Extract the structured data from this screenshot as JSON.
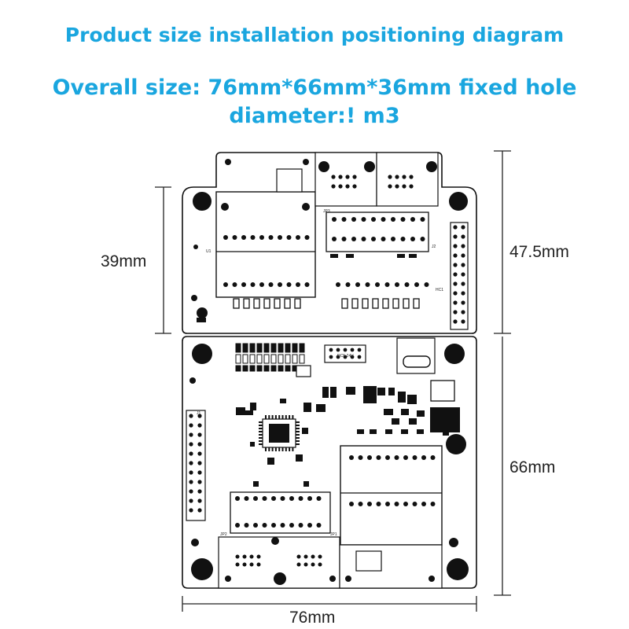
{
  "title": "Product size installation positioning diagram",
  "subtitle_line1": "Overall size: 76mm*66mm*36mm fixed hole",
  "subtitle_line2": "diameter:! m3",
  "dimensions": {
    "left_upper": "39mm",
    "right_upper": "47.5mm",
    "right_lower": "66mm",
    "bottom_width": "76mm"
  },
  "board_labels": {
    "power": "DC5-24V",
    "j1": "J1",
    "jp2": "JP2",
    "jp1": "JP1",
    "jp3": "JP3",
    "u1": "U1",
    "j2": "J2",
    "hc1": "HC1"
  },
  "colors": {
    "title": "#1aa6df",
    "board_fill": "#ffffff",
    "board_stroke": "#111111",
    "component": "#111111"
  }
}
